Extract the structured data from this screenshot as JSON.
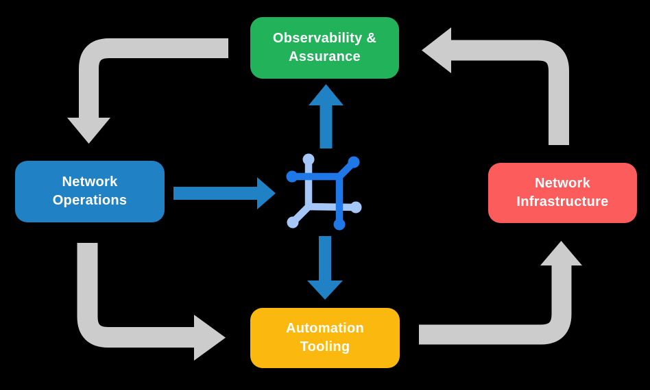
{
  "background": "#000000",
  "colors": {
    "background": "#000000",
    "node-green": "#22B35A",
    "node-blue": "#2082C4",
    "node-red": "#FC5C5C",
    "node-yellow": "#FBB90F",
    "arrow-gray": "#CCCCCC",
    "arrow-blue": "#2082C4",
    "icon-dark-blue": "#1F78E8",
    "icon-light-blue": "#A4C7F7",
    "text": "#FFFFFF"
  },
  "nodes": {
    "observability": {
      "label": "Observability & Assurance",
      "line1": "Observability &",
      "line2": "Assurance"
    },
    "operations": {
      "label": "Network Operations",
      "line1": "Network",
      "line2": "Operations"
    },
    "infrastructure": {
      "label": "Network Infrastructure",
      "line1": "Network",
      "line2": "Infrastructure"
    },
    "automation": {
      "label": "Automation Tooling",
      "line1": "Automation",
      "line2": "Tooling"
    }
  },
  "center_icon": "network-mesh-icon",
  "arrows": {
    "gray_cycle": [
      "observability-to-operations",
      "operations-to-automation",
      "automation-to-infrastructure",
      "infrastructure-to-observability"
    ],
    "blue_links": [
      "operations-to-center",
      "center-to-observability",
      "center-to-automation"
    ]
  }
}
